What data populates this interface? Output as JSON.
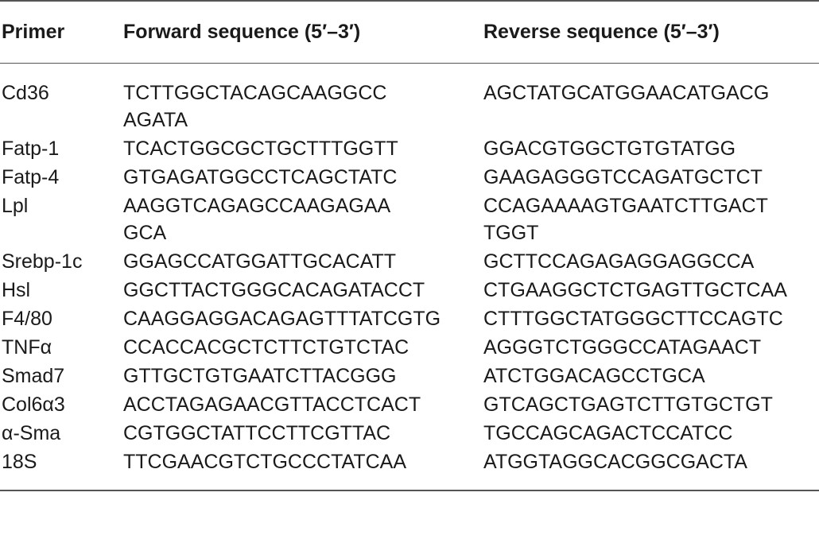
{
  "table": {
    "headers": [
      "Primer",
      "Forward sequence (5′–3′)",
      "Reverse sequence (5′–3′)"
    ],
    "rows": [
      {
        "primer": "Cd36",
        "forward": [
          "TCTTGGCTACAGCAAGGCC",
          "AGATA"
        ],
        "reverse": [
          "AGCTATGCATGGAACATGACG"
        ]
      },
      {
        "primer": "Fatp-1",
        "forward": [
          "TCACTGGCGCTGCTTTGGTT"
        ],
        "reverse": [
          "GGACGTGGCTGTGTATGG"
        ]
      },
      {
        "primer": "Fatp-4",
        "forward": [
          "GTGAGATGGCCTCAGCTATC"
        ],
        "reverse": [
          "GAAGAGGGTCCAGATGCTCT"
        ]
      },
      {
        "primer": "Lpl",
        "forward": [
          "AAGGTCAGAGCCAAGAGAA",
          "GCA"
        ],
        "reverse": [
          "CCAGAAAAGTGAATCTTGACT",
          "TGGT"
        ]
      },
      {
        "primer": "Srebp-1c",
        "forward": [
          "GGAGCCATGGATTGCACATT"
        ],
        "reverse": [
          "GCTTCCAGAGAGGAGGCCA"
        ]
      },
      {
        "primer": "Hsl",
        "forward": [
          "GGCTTACTGGGCACAGATACCT"
        ],
        "reverse": [
          "CTGAAGGCTCTGAGTTGCTCAA"
        ]
      },
      {
        "primer": "F4/80",
        "forward": [
          "CAAGGAGGACAGAGTTTATCGTG"
        ],
        "reverse": [
          "CTTTGGCTATGGGCTTCCAGTC"
        ]
      },
      {
        "primer": "TNFα",
        "forward": [
          "CCACCACGCTCTTCTGTCTAC"
        ],
        "reverse": [
          "AGGGTCTGGGCCATAGAACT"
        ]
      },
      {
        "primer": "Smad7",
        "forward": [
          "GTTGCTGTGAATCTTACGGG"
        ],
        "reverse": [
          "ATCTGGACAGCCTGCA"
        ]
      },
      {
        "primer": "Col6α3",
        "forward": [
          "ACCTAGAGAACGTTACCTCACT"
        ],
        "reverse": [
          "GTCAGCTGAGTCTTGTGCTGT"
        ]
      },
      {
        "primer": "α-Sma",
        "forward": [
          "CGTGGCTATTCCTTCGTTAC"
        ],
        "reverse": [
          "TGCCAGCAGACTCCATCC"
        ]
      },
      {
        "primer": "18S",
        "forward": [
          "TTCGAACGTCTGCCCTATCAA"
        ],
        "reverse": [
          "ATGGTAGGCACGGCGACTA"
        ]
      }
    ]
  }
}
